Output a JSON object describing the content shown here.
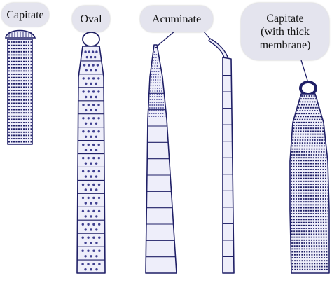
{
  "colors": {
    "background": "#ffffff",
    "ink": "#1f1f66",
    "fill": "#eeeefa",
    "dot": "#3f3f90",
    "bubble": "#e4e4ee"
  },
  "labels": {
    "capitate": "Capitate",
    "oval": "Oval",
    "acuminate": "Acuminate",
    "capitate_thick_line1": "Capitate",
    "capitate_thick_line2": "(with thick",
    "capitate_thick_line3": "membrane)"
  }
}
